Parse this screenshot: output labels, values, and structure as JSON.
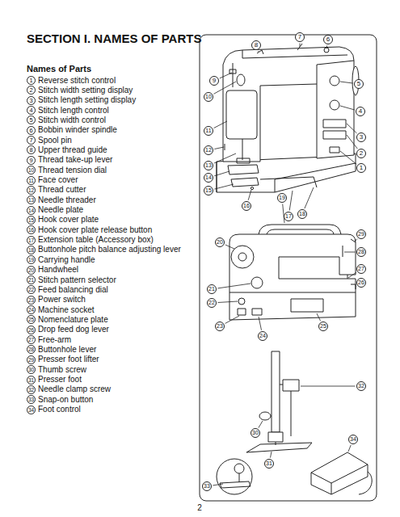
{
  "diagram": {
    "title": "SECTION I. NAMES OF PARTS",
    "labels": [
      "Names of Parts",
      "1",
      "Reverse stitch control",
      "2",
      "Stitch width setting display",
      "3",
      "Stitch length setting display",
      "4",
      "Stitch length control",
      "5",
      "Stitch width control",
      "6",
      "Bobbin winder spindle",
      "7",
      "Spool pin",
      "8",
      "Upper thread guide",
      "9",
      "Thread take-up lever",
      "10",
      "Thread tension dial",
      "11",
      "Face cover",
      "12",
      "Thread cutter",
      "13",
      "Needle threader",
      "14",
      "Needle plate",
      "15",
      "Hook cover plate",
      "16",
      "Hook cover plate release button",
      "17",
      "Extension table (Accessory box)",
      "18",
      "Buttonhole pitch balance adjusting lever",
      "19",
      "Carrying handle",
      "20",
      "Handwheel",
      "21",
      "Stitch pattern selector",
      "22",
      "Feed balancing dial",
      "23",
      "Power switch",
      "24",
      "Machine socket",
      "25",
      "Nomenclature plate",
      "26",
      "Drop feed dog lever",
      "27",
      "Free-arm",
      "28",
      "Buttonhole lever",
      "29",
      "Presser foot lifter",
      "30",
      "Thumb screw",
      "31",
      "Presser foot",
      "32",
      "Needle clamp screw",
      "33",
      "Snap-on button",
      "34",
      "Foot control",
      "1",
      "2",
      "3",
      "4",
      "5",
      "6",
      "7",
      "8",
      "9",
      "10",
      "11",
      "12",
      "13",
      "14",
      "15",
      "16",
      "17",
      "18",
      "19",
      "20",
      "21",
      "22",
      "23",
      "24",
      "25",
      "26",
      "27",
      "28",
      "29",
      "30",
      "31",
      "32",
      "33",
      "34",
      "2"
    ]
  }
}
